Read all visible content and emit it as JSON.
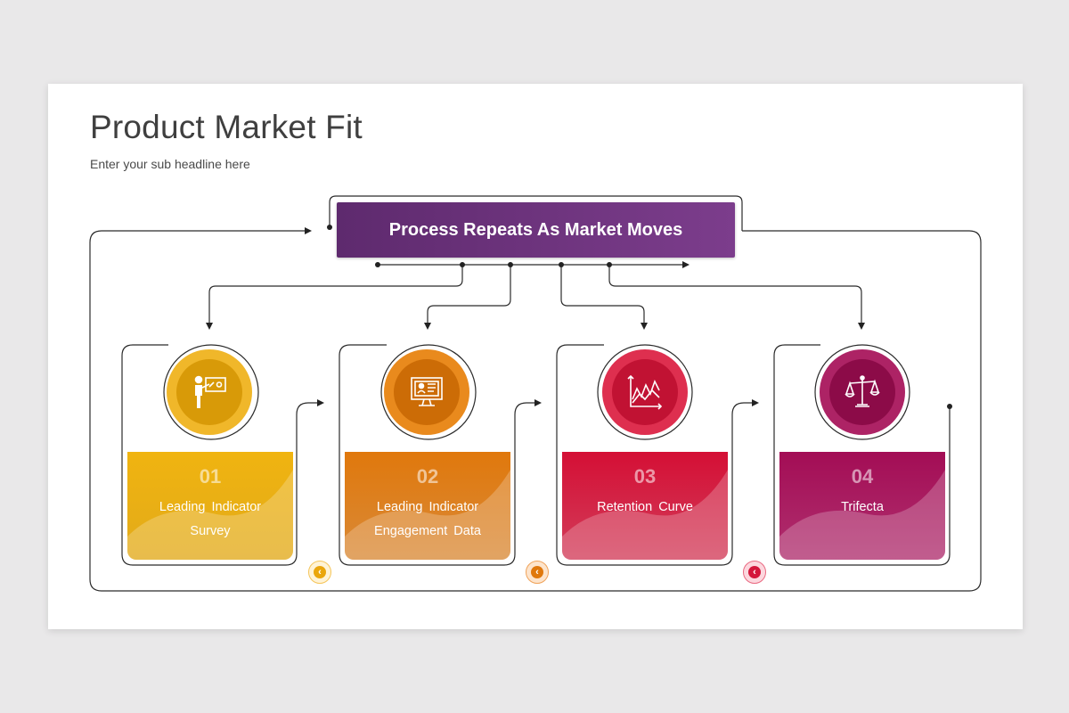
{
  "title": "Product Market Fit",
  "subtitle": "Enter your sub headline here",
  "banner": "Process Repeats As Market Moves",
  "steps": [
    {
      "number": "01",
      "line1": "Leading Indicator",
      "line2": "Survey",
      "icon": "presenter-board-icon",
      "color": "#e6a713",
      "dark": "#c98d06"
    },
    {
      "number": "02",
      "line1": "Leading Indicator",
      "line2": "Engagement Data",
      "icon": "monitor-profile-icon",
      "color": "#de7a0c",
      "dark": "#c56706"
    },
    {
      "number": "03",
      "line1": "Retention Curve",
      "line2": "",
      "icon": "line-chart-icon",
      "color": "#d4163b",
      "dark": "#b80b30"
    },
    {
      "number": "04",
      "line1": "Trifecta",
      "line2": "",
      "icon": "balance-scale-icon",
      "color": "#a1124f",
      "dark": "#8a0b44"
    }
  ]
}
